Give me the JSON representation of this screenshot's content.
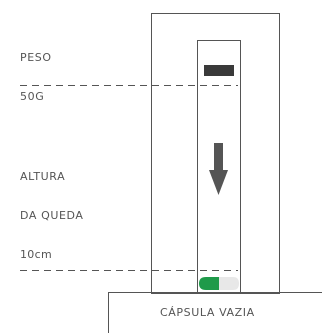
{
  "labels": {
    "weight": [
      "PESO",
      "50G"
    ],
    "drop_height": [
      "ALTURA",
      "DA QUEDA",
      "10cm"
    ],
    "base": "CÁPSULA VAZIA"
  },
  "colors": {
    "stroke": "#555555",
    "weight_block": "#3a3a3a",
    "arrow": "#555555",
    "capsule_green": "#1f9a4a",
    "capsule_white": "#e8e8e8",
    "text": "#555555"
  },
  "icons": {
    "arrow": "down-arrow-icon",
    "capsule": "capsule-icon",
    "weight": "weight-block-icon"
  }
}
